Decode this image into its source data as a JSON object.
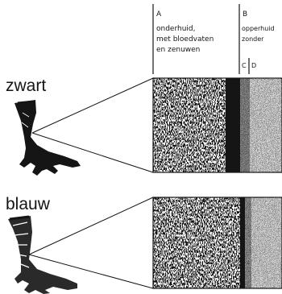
{
  "labels": {
    "col_a_letter": "A",
    "col_a_line1": "onderhuid,",
    "col_a_line2": "met bloedvaten",
    "col_a_line3": "en zenuwen",
    "col_b_letter": "B",
    "col_b_line1": "opperhuid",
    "col_b_line2": "zonder",
    "col_c_letter": "C",
    "col_d_letter": "D",
    "row_top_label": "zwart",
    "row_bottom_label": "blauw"
  },
  "colors": {
    "ink": "#151515",
    "paper": "#ffffff",
    "pale_band": "#dcdcdc"
  }
}
